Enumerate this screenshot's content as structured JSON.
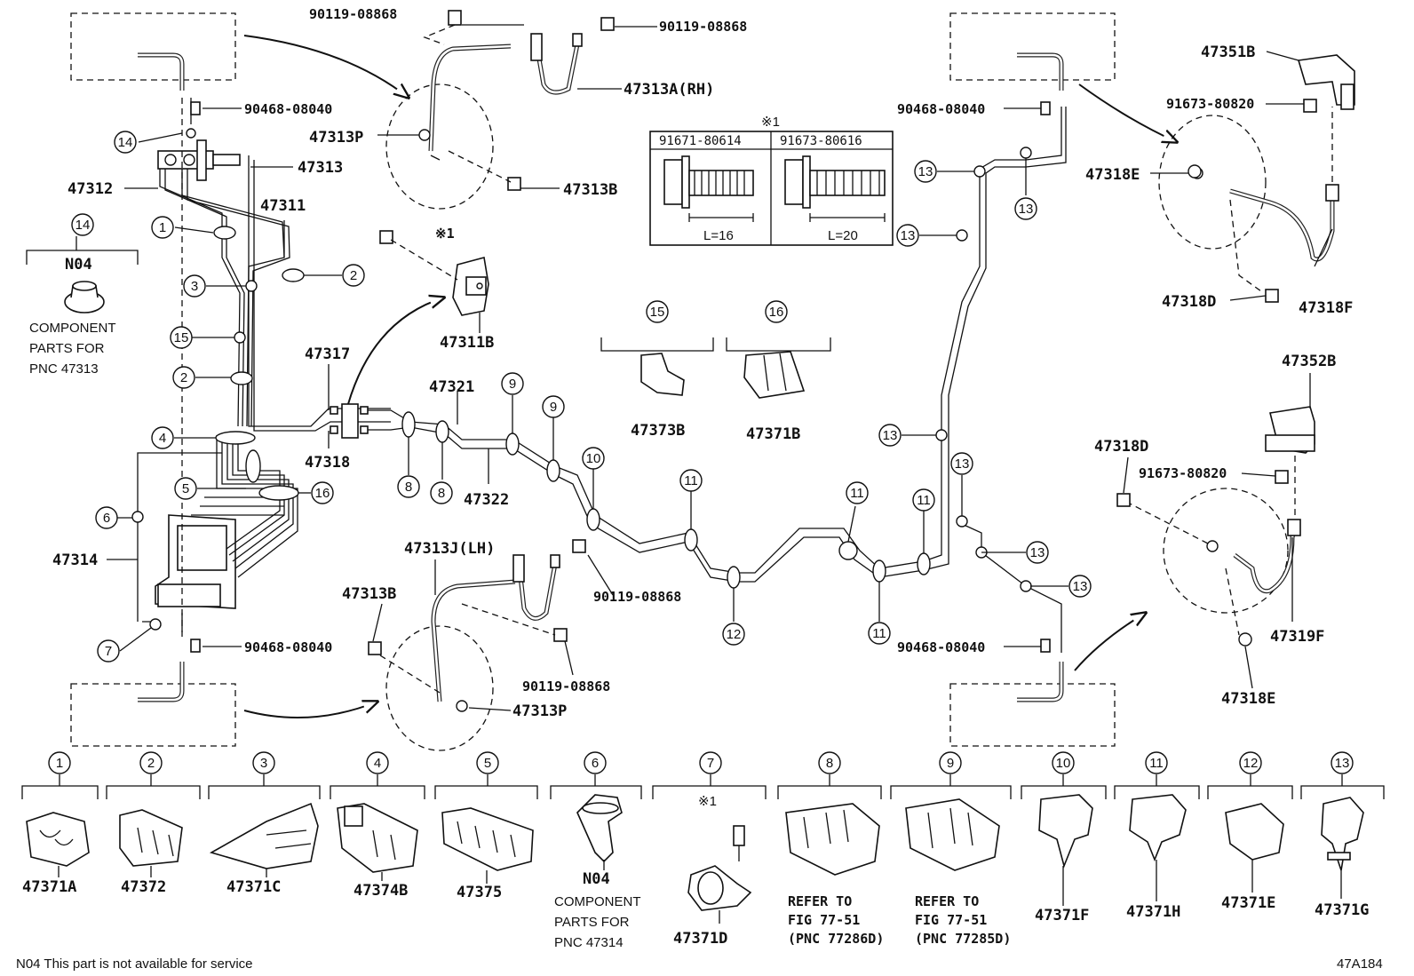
{
  "figure_code": "47A184",
  "footnote": "N04 This part is not available for service",
  "parts": {
    "p90119_08868_a": "90119-08868",
    "p90119_08868_b": "90119-08868",
    "p90119_08868_c": "90119-08868",
    "p90119_08868_d": "90119-08868",
    "p47313A": "47313A(RH)",
    "p47313J": "47313J(LH)",
    "p47313P_top": "47313P",
    "p47313P_bot": "47313P",
    "p47313B_top": "47313B",
    "p47313B_bot": "47313B",
    "p90468_tl": "90468-08040",
    "p90468_bl": "90468-08040",
    "p90468_tr": "90468-08040",
    "p90468_br": "90468-08040",
    "p47313": "47313",
    "p47312": "47312",
    "p47311": "47311",
    "p47311B": "47311B",
    "p47317": "47317",
    "p47318": "47318",
    "p47314": "47314",
    "p47321": "47321",
    "p47322": "47322",
    "p47373B": "47373B",
    "p47371B": "47371B",
    "p47351B": "47351B",
    "p91673_80820_a": "91673-80820",
    "p91673_80820_b": "91673-80820",
    "p47318E_top": "47318E",
    "p47318E_bot": "47318E",
    "p47318D_top": "47318D",
    "p47318D_bot": "47318D",
    "p47318F": "47318F",
    "p47352B": "47352B",
    "p47319F": "47319F",
    "star1": "※1"
  },
  "n04_box": {
    "num": "14",
    "code": "N04",
    "line1": "COMPONENT",
    "line2": "PARTS FOR",
    "line3": "PNC 47313"
  },
  "bolt_table": {
    "title": "※1",
    "col1_pn": "91671-80614",
    "col2_pn": "91673-80616",
    "col1_len": "L=16",
    "col2_len": "L=20"
  },
  "callouts": {
    "c1": "1",
    "c2": "2",
    "c3": "3",
    "c4": "4",
    "c5": "5",
    "c6": "6",
    "c7": "7",
    "c8": "8",
    "c9": "9",
    "c10": "10",
    "c11": "11",
    "c12": "12",
    "c13": "13",
    "c14": "14",
    "c15": "15",
    "c16": "16"
  },
  "legend": [
    {
      "num": "1",
      "part": "47371A"
    },
    {
      "num": "2",
      "part": "47372"
    },
    {
      "num": "3",
      "part": "47371C"
    },
    {
      "num": "4",
      "part": "47374B"
    },
    {
      "num": "5",
      "part": "47375"
    },
    {
      "num": "6",
      "part": "N04",
      "line1": "COMPONENT",
      "line2": "PARTS FOR",
      "line3": "PNC 47314"
    },
    {
      "num": "7",
      "part": "47371D",
      "note": "※1"
    },
    {
      "num": "8",
      "line1": "REFER TO",
      "line2": "FIG 77-51",
      "line3": "(PNC 77286D)"
    },
    {
      "num": "9",
      "line1": "REFER TO",
      "line2": "FIG 77-51",
      "line3": "(PNC 77285D)"
    },
    {
      "num": "10",
      "part": "47371F"
    },
    {
      "num": "11",
      "part": "47371H"
    },
    {
      "num": "12",
      "part": "47371E"
    },
    {
      "num": "13",
      "part": "47371G"
    }
  ]
}
